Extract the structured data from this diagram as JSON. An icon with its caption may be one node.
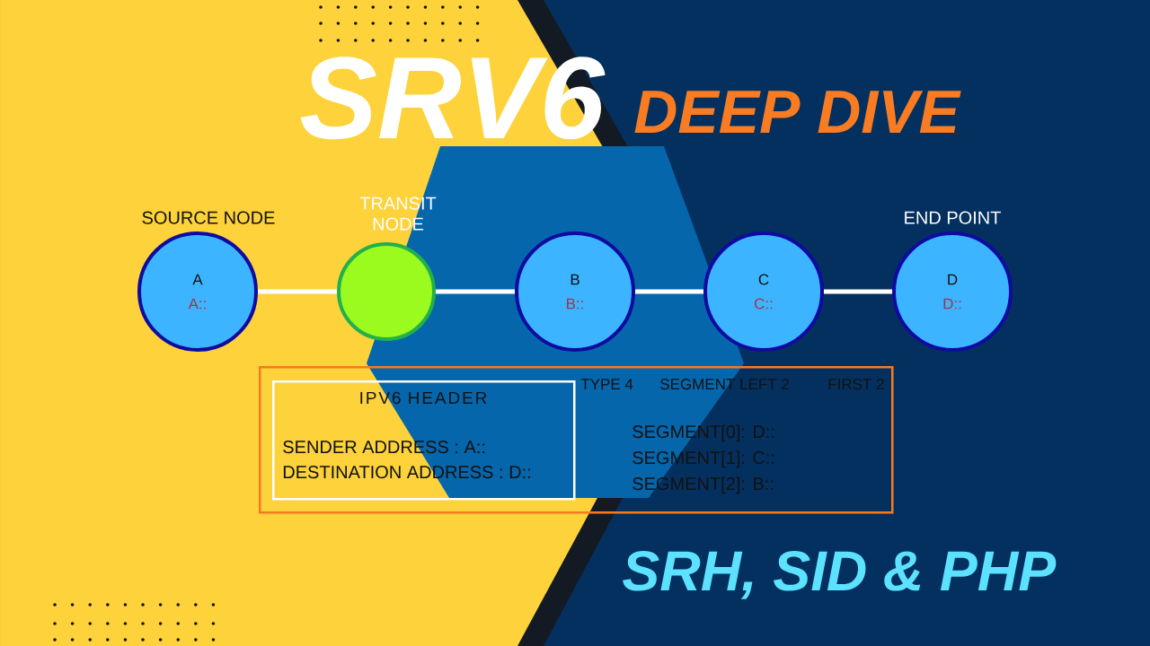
{
  "diagram": {
    "title": "SRV6",
    "nodes": [
      {
        "text": [
          "A",
          "A::"
        ],
        "beside": [
          "SOURCE NODE"
        ]
      },
      {
        "text": [],
        "shape": "circle",
        "beside": [
          "TRANSIT NODE"
        ]
      },
      {
        "text": [
          "B",
          "B::"
        ]
      },
      {
        "text": [
          "C",
          "C::"
        ]
      },
      {
        "text": [
          "D",
          "D::"
        ],
        "beside": [
          "END POINT"
        ]
      },
      {
        "text": [
          "TYPE 4",
          "SEGMENT LEFT 2",
          "FIRST 2",
          "SEGMENT[0]: D::",
          "SEGMENT[1]: C::",
          "SEGMENT[2]: B::"
        ]
      },
      {
        "text": [
          "IPV6 HEADER",
          "SENDER ADDRESS : A::",
          "DESTINATION ADDRESS : D::"
        ],
        "in": 5
      }
    ],
    "edges": [
      {
        "from": 0,
        "to": 1,
        "arrow": "none"
      },
      {
        "from": 1,
        "to": 2,
        "arrow": "none"
      },
      {
        "from": 2,
        "to": 3,
        "arrow": "none"
      },
      {
        "from": 3,
        "to": 4,
        "arrow": "none"
      }
    ],
    "labels": [
      "DEEP DIVE",
      "SRH, SID & PHP"
    ]
  }
}
